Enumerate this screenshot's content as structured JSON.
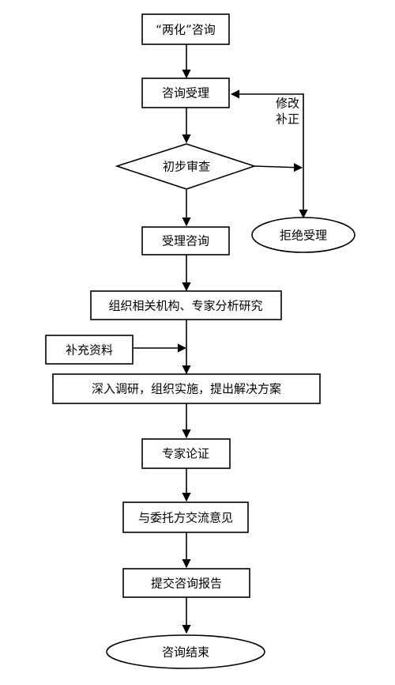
{
  "nodes": {
    "consult": "“两化”咨询",
    "accept": "咨询受理",
    "review": "初步审查",
    "reject": "拒绝受理",
    "accepted": "受理咨询",
    "organize": "组织相关机构、专家分析研究",
    "supplement": "补充资料",
    "investigate": "深入调研，组织实施，提出解决方案",
    "expert": "专家论证",
    "exchange": "与委托方交流意见",
    "report": "提交咨询报告",
    "end": "咨询结束"
  },
  "edge_labels": {
    "revise_line1": "修改",
    "revise_line2": "补正"
  }
}
